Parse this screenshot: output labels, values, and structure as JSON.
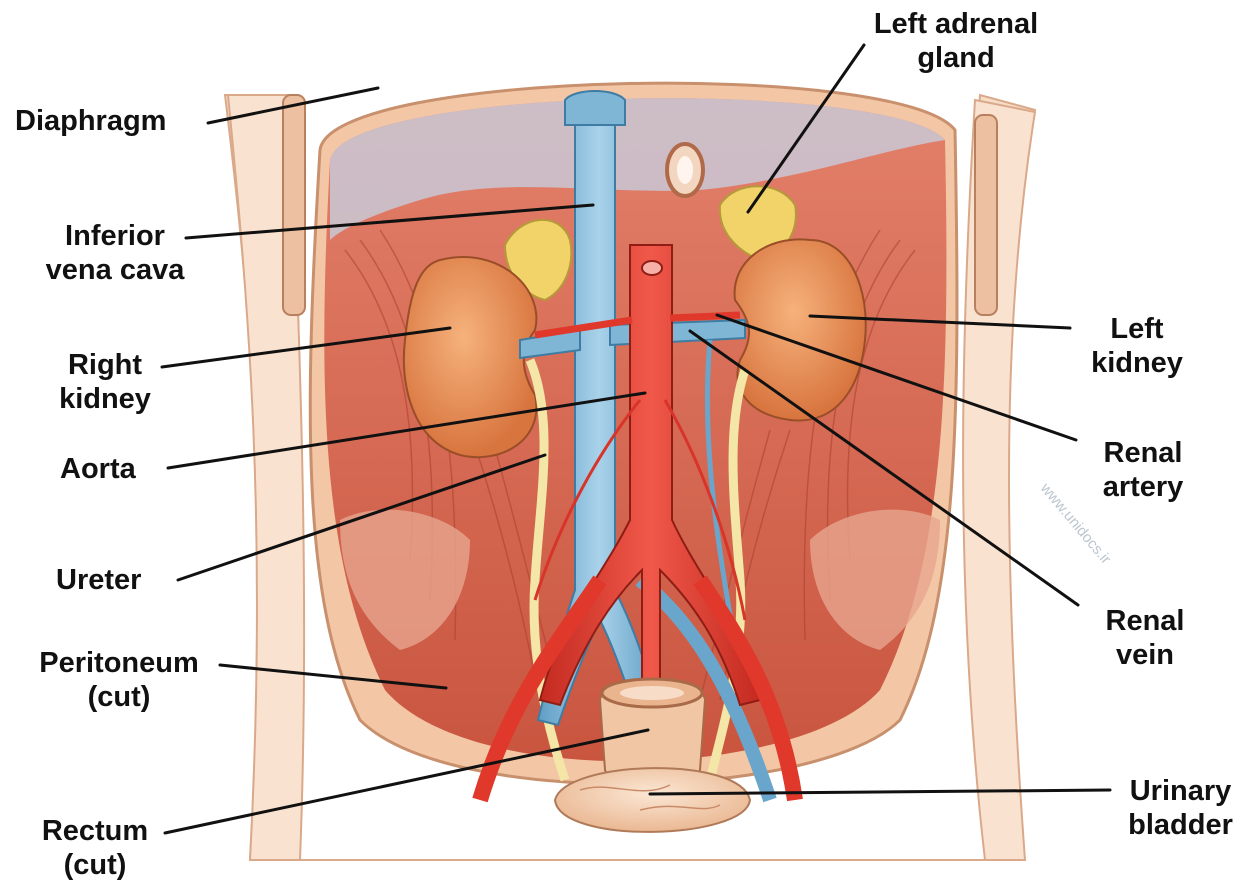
{
  "labels": {
    "diaphragm": [
      "Diaphragm"
    ],
    "inferior_vena_cava": [
      "Inferior",
      "vena cava"
    ],
    "right_kidney": [
      "Right",
      "kidney"
    ],
    "aorta": [
      "Aorta"
    ],
    "ureter": [
      "Ureter"
    ],
    "peritoneum": [
      "Peritoneum",
      "(cut)"
    ],
    "rectum": [
      "Rectum",
      "(cut)"
    ],
    "left_adrenal_gland": [
      "Left adrenal",
      "gland"
    ],
    "left_kidney": [
      "Left",
      "kidney"
    ],
    "renal_artery": [
      "Renal",
      "artery"
    ],
    "renal_vein": [
      "Renal",
      "vein"
    ],
    "urinary_bladder": [
      "Urinary",
      "bladder"
    ]
  },
  "watermark": "www.unidocs.ir",
  "colors": {
    "muscle": "#d9705a",
    "muscle_dark": "#b84a36",
    "skin": "#f7dcc6",
    "kidney": "#e98a52",
    "adrenal": "#f2d36a",
    "artery": "#e0392b",
    "vein": "#7fb6d6",
    "ureter": "#f3e6a6"
  }
}
